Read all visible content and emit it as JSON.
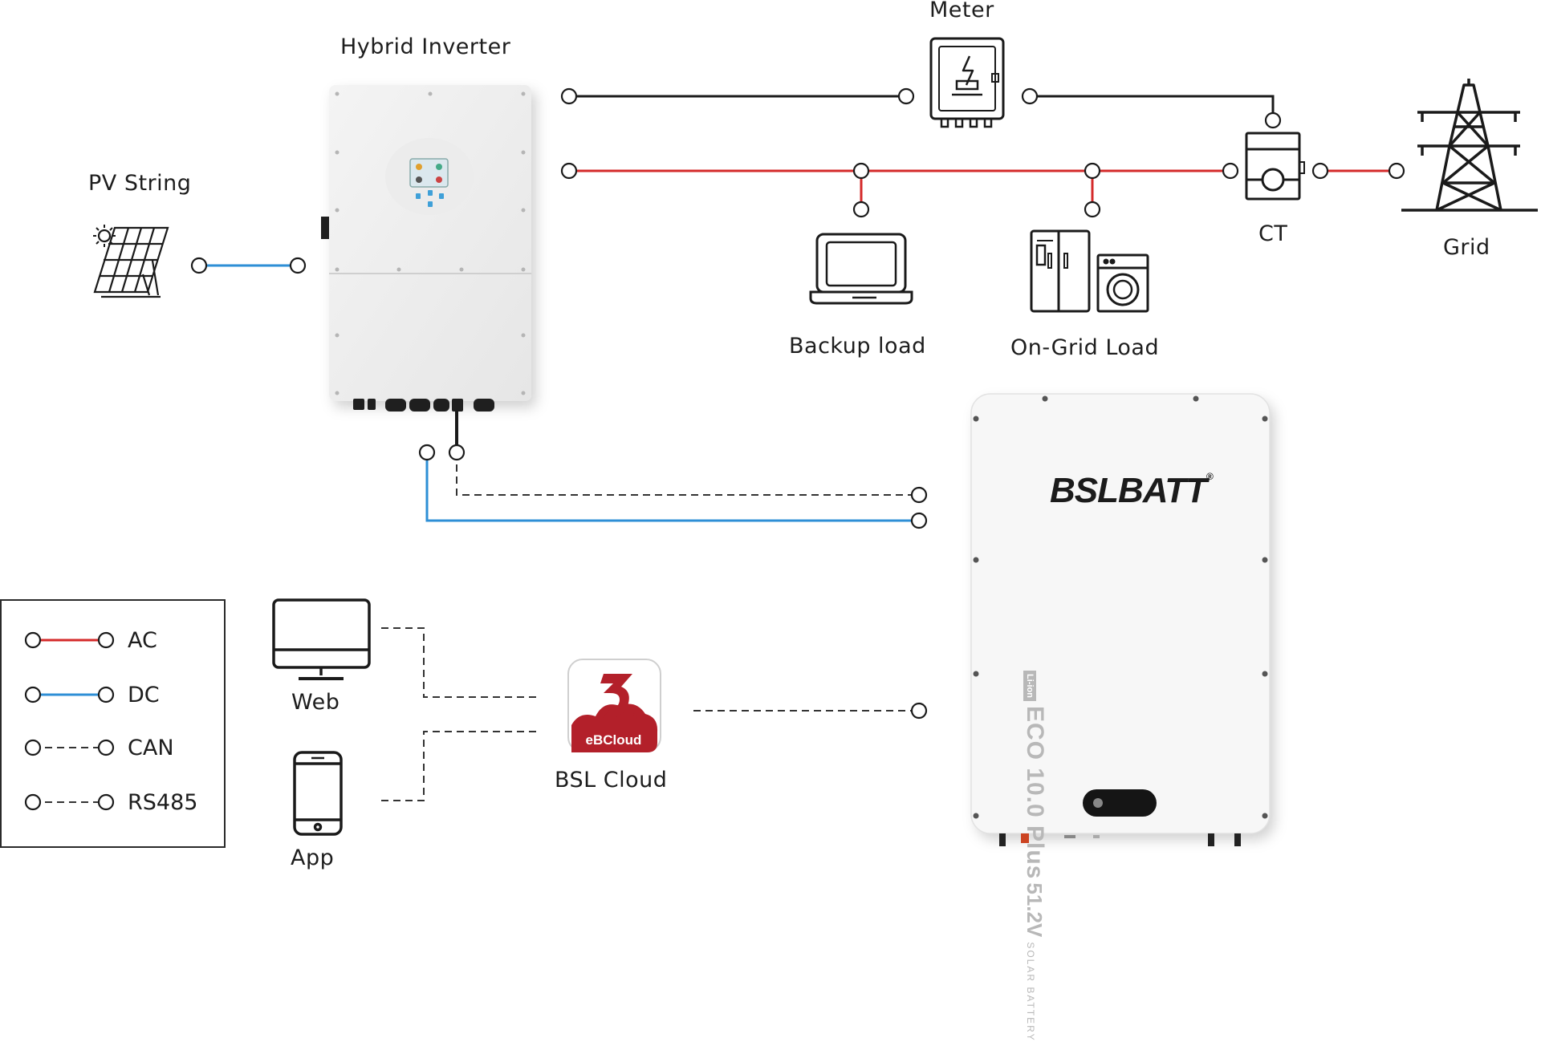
{
  "labels": {
    "meter": "Meter",
    "hybrid_inverter": "Hybrid Inverter",
    "pv_string": "PV String",
    "backup_load": "Backup load",
    "on_grid_load": "On-Grid Load",
    "ct": "CT",
    "grid": "Grid",
    "web": "Web",
    "app": "App",
    "bsl_cloud": "BSL Cloud"
  },
  "legend": [
    {
      "label": "AC",
      "style": "solid",
      "color": "#d42a2a"
    },
    {
      "label": "DC",
      "style": "solid",
      "color": "#2e8fd6"
    },
    {
      "label": "CAN",
      "style": "dashed",
      "color": "#333333"
    },
    {
      "label": "RS485",
      "style": "dashed",
      "color": "#333333"
    }
  ],
  "app_icon": {
    "label": "eBCloud",
    "color": "#b3202a"
  },
  "battery": {
    "brand": "BSLBATT",
    "registered": "®",
    "tag": "Li-ion",
    "model": "ECO 10.0 Plus",
    "voltage": "51.2V",
    "subtitle": "SOLAR BATTERY"
  },
  "colors": {
    "ac": "#d42a2a",
    "dc": "#2e8fd6",
    "signal": "#333333",
    "line": "#1a1a1a"
  }
}
